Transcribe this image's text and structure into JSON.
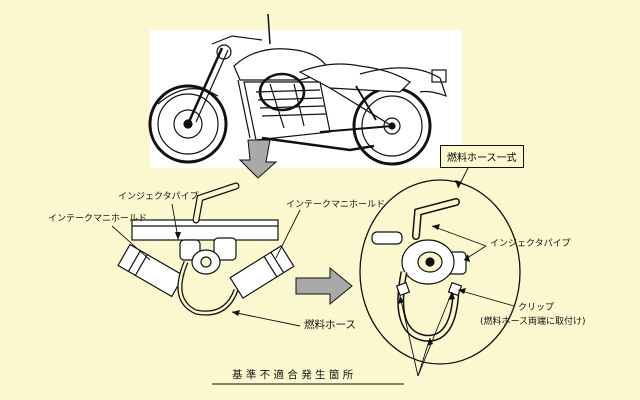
{
  "labels": {
    "injector_pipe_left": "インジェクタパイプ",
    "intake_manifold_left": "インテークマニホールド",
    "intake_manifold_right": "インテークマニホールド",
    "fuel_hose": "燃料ホース",
    "fuel_hose_assy": "燃料ホース一式",
    "injector_pipe_right": "インジェクタパイプ",
    "clip": "クリップ",
    "clip_note": "(燃料ホース両端に取付け)",
    "defect_location": "基 準 不 適 合 発 生 箇 所"
  },
  "colors": {
    "background": "#fbf7cf",
    "ink": "#111111",
    "arrow_fill": "#a9a9a9"
  }
}
